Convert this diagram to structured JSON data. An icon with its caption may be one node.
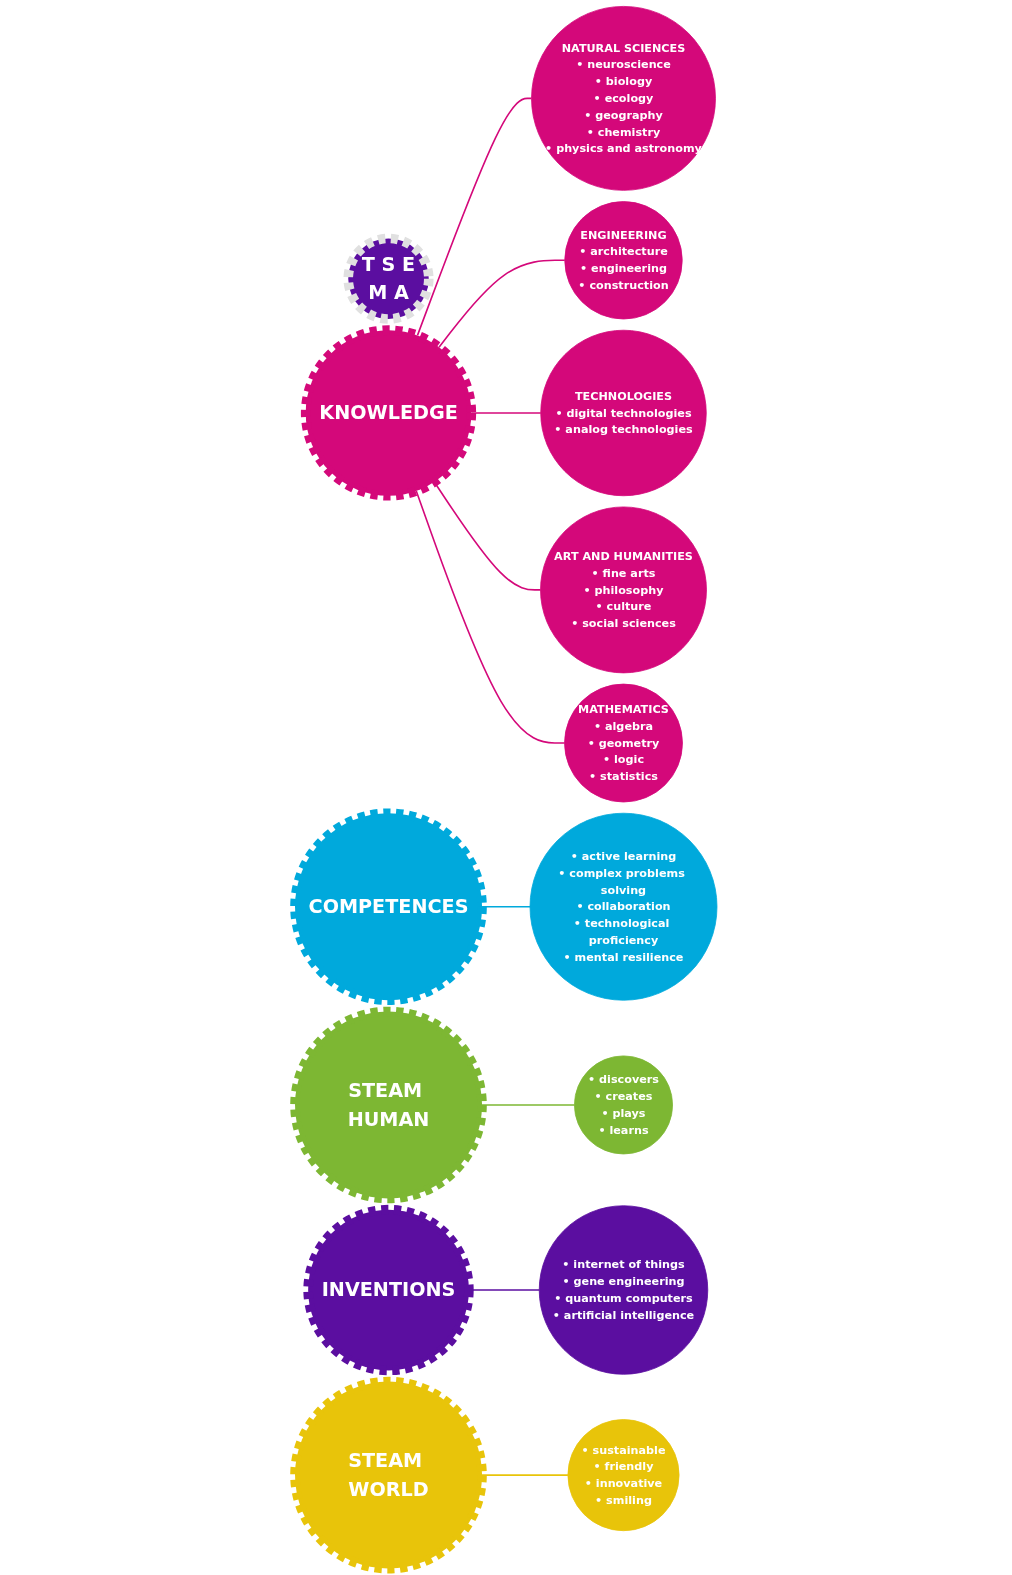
{
  "diagram": {
    "nodes": [
      {
        "text": [
          "NATURAL SCIENCES",
          "• neuroscience",
          "• biology",
          "• ecology",
          "• geography",
          "• chemistry",
          "• physics and astronomy"
        ]
      },
      {
        "text": [
          "ENGINEERING",
          "• architecture",
          "• engineering",
          "• construction"
        ]
      },
      {
        "text": [
          "T",
          "S",
          "E",
          "M",
          "A"
        ]
      },
      {
        "text": [
          "TECHNOLOGIES",
          "• digital technologies",
          "• analog technologies"
        ]
      },
      {
        "text": [
          "KNOWLEDGE"
        ]
      },
      {
        "text": [
          "ART AND HUMANITIES",
          "• fine arts",
          "• philosophy",
          "• culture",
          "• social sciences"
        ]
      },
      {
        "text": [
          "• active learning",
          "• complex problems solving",
          "• collaboration",
          "• technological proficiency",
          "• mental resilience"
        ]
      },
      {
        "text": [
          "COMPETENCES"
        ]
      },
      {
        "text": [
          "MATHEMATICS",
          "• algebra",
          "• geometry",
          "• logic",
          "• statistics"
        ]
      },
      {
        "text": [
          "STEAM HUMAN"
        ]
      },
      {
        "text": [
          "• discovers",
          "• creates",
          "• plays",
          "• learns"
        ]
      },
      {
        "text": [
          "INVENTIONS"
        ]
      },
      {
        "text": [
          "• internet of things",
          "• gene engineering",
          "• quantum computers",
          "• artificial intelligence"
        ]
      },
      {
        "text": [
          "STEAM WORLD"
        ]
      },
      {
        "text": [
          "• sustainable",
          "• friendly",
          "• innovative",
          "• smiling"
        ]
      }
    ],
    "edges": [
      {
        "from": 4,
        "to": 0,
        "arrow": "none"
      },
      {
        "from": 4,
        "to": 1,
        "arrow": "none"
      },
      {
        "from": 4,
        "to": 3,
        "arrow": "none"
      },
      {
        "from": 4,
        "to": 5,
        "arrow": "none"
      },
      {
        "from": 4,
        "to": 8,
        "arrow": "none"
      },
      {
        "from": 7,
        "to": 6,
        "arrow": "none",
        "color": "#00a9dc"
      },
      {
        "from": 9,
        "to": 10,
        "arrow": "none",
        "color": "#7db733"
      },
      {
        "from": 11,
        "to": 12,
        "arrow": "none",
        "color": "#5b0ea0"
      },
      {
        "from": 13,
        "to": 14,
        "arrow": "none",
        "color": "#e8c40a"
      }
    ]
  }
}
